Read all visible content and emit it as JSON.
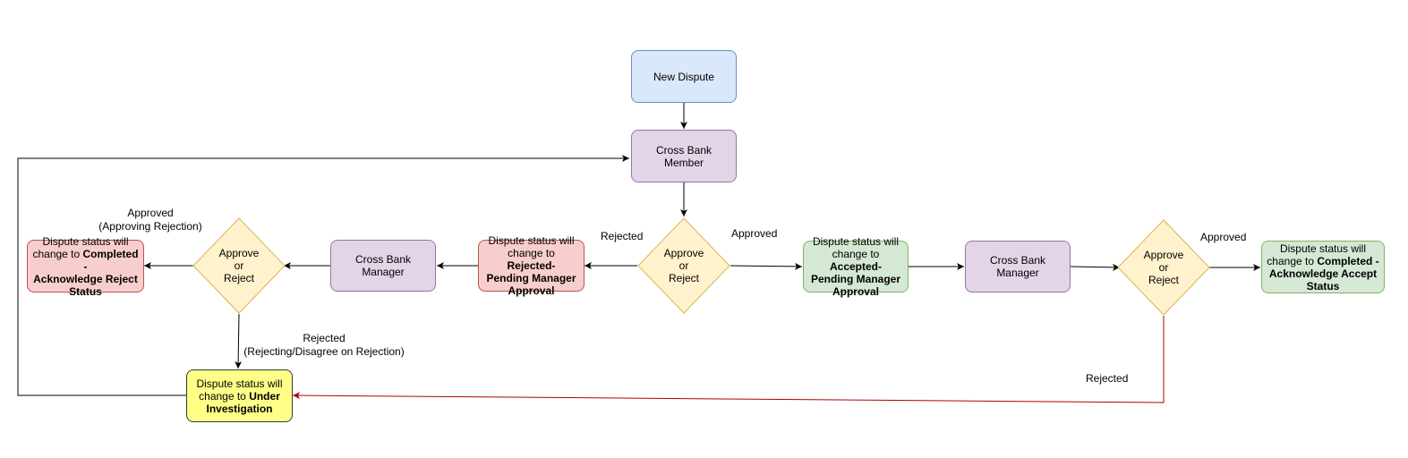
{
  "nodes": {
    "new_dispute": "New Dispute",
    "cross_bank_member": "Cross Bank Member",
    "cross_bank_manager": "Cross Bank Manager",
    "decision": "Approve\nor\nReject",
    "status_prefix_1": "Dispute status will",
    "status_prefix_2": "change to ",
    "rejected_pending_a": "Rejected-",
    "rejected_pending_b": "Pending Manager Approval",
    "accepted_pending_a": "Accepted-",
    "accepted_pending_b": "Pending Manager Approval",
    "completed_reject_a": "Completed -",
    "completed_reject_b": "Acknowledge Reject Status",
    "completed_accept_a": "Completed -",
    "completed_accept_b": "Acknowledge Accept Status",
    "under_investigation": "Under Investigation"
  },
  "edge_labels": {
    "rejected": "Rejected",
    "approved": "Approved",
    "approving_rejection": "(Approving Rejection)",
    "rejecting_disagree": "(Rejecting/Disagree on Rejection)"
  },
  "colors": {
    "blue_fill": "#dae8fc",
    "purple_fill": "#e1d5e7",
    "red_fill": "#f8cecc",
    "green_fill": "#d5e8d4",
    "yellow_fill": "#ffff88",
    "diamond_fill": "#fff2cc",
    "red_edge": "#b20000"
  }
}
